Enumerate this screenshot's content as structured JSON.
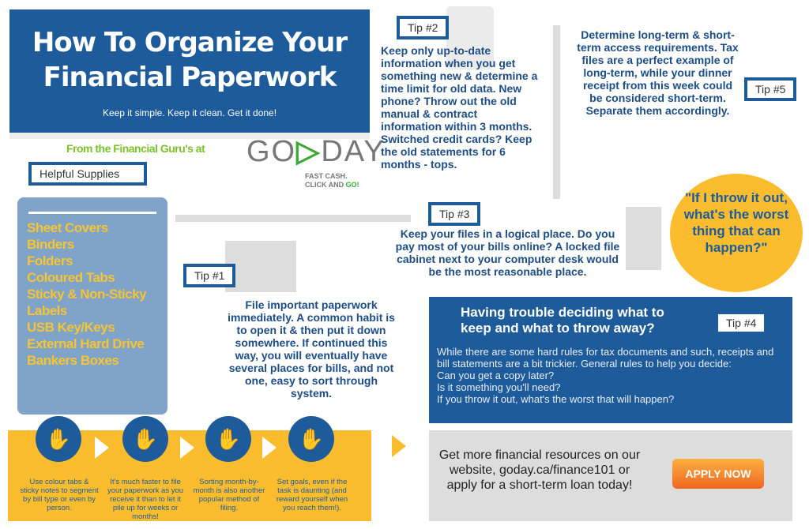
{
  "header": {
    "title_line1": "How To Organize Your",
    "title_line2": "Financial Paperwork",
    "tagline": "Keep it simple. Keep it clean. Get it done!"
  },
  "brand": {
    "from": "From the Financial Guru's at",
    "logo_text": "GO>DAY",
    "logo_sub1": "FAST CASH.",
    "logo_sub2a": "CLICK AND ",
    "logo_sub2b": "GO!",
    "accent": "#3aa935"
  },
  "supplies": {
    "label": "Helpful Supplies",
    "items": [
      "Sheet Covers",
      "Binders",
      "Folders",
      "Coloured Tabs",
      "Sticky & Non-Sticky",
      "Labels",
      "USB Key/Keys",
      "External Hard Drive",
      "Bankers Boxes"
    ]
  },
  "tips": [
    {
      "label": "Tip #1",
      "text": "File important paperwork immediately. A common habit is to open it & then put it down somewhere. If continued this way, you will eventually have several places for bills, and not one, easy to sort through system."
    },
    {
      "label": "Tip #2",
      "text": "Keep only up-to-date information when you get something new & determine a time limit for old data. New phone? Throw out the old manual & contract information within 3 months. Switched credit cards? Keep the old statements for 6 months - tops."
    },
    {
      "label": "Tip #3",
      "text": "Keep your files in a logical place. Do you pay most of your bills online? A locked file cabinet next to your computer desk would be the most reasonable place."
    },
    {
      "label": "Tip #4"
    },
    {
      "label": "Tip #5",
      "text": "Determine long-term & short-term access requirements. Tax files are a perfect example of long-term, while your dinner receipt from this week could be considered short-term. Separate them accordingly."
    }
  ],
  "quote": "\"If I throw it out, what's the worst thing that can happen?\"",
  "trouble": {
    "heading": "Having trouble deciding what to keep and what to throw away?",
    "intro": "While there are some hard rules for tax documents and such, receipts and bill statements are a bit trickier. General rules to help you decide:",
    "questions": [
      "Can you get a copy later?",
      "Is it something you'll need?",
      "If you throw it out, what's the worst that will happen?"
    ]
  },
  "steps": [
    "Use colour tabs & sticky notes to segment by bill type or even by person.",
    "It's much faster to file your paperwork as you receive it than to let it pile up for weeks or months!",
    "Sorting month-by-month is also another popular method of filing.",
    "Set goals, even if the task is daunting (and reward yourself when you reach them!)."
  ],
  "cta": {
    "text": "Get more financial resources on our website, goday.ca/finance101 or apply for a short-term loan today!",
    "button": "APPLY NOW"
  },
  "colors": {
    "blue": "#1e5b9a",
    "yellow": "#fbbd2e",
    "panel": "#7fa3c9"
  }
}
